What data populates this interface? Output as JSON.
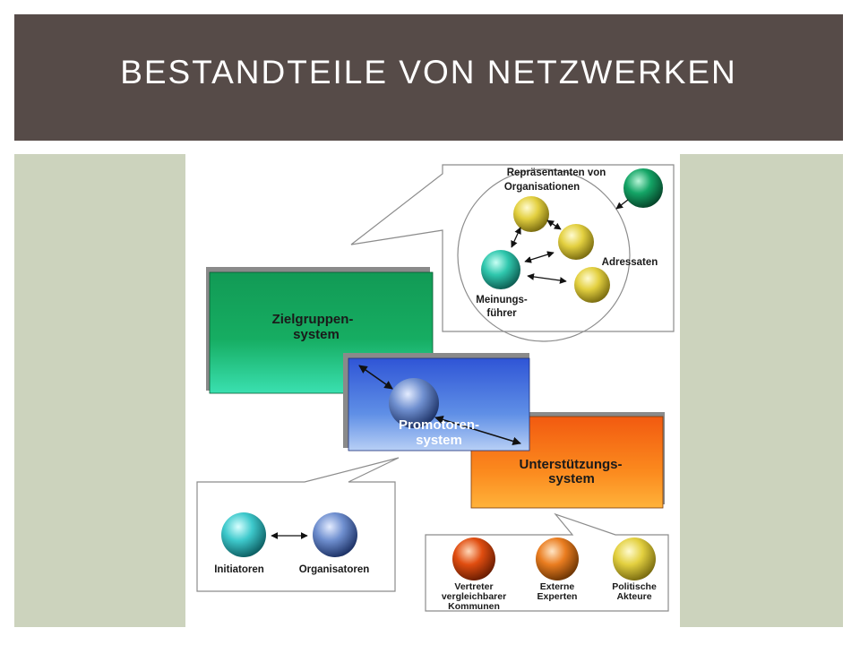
{
  "slide": {
    "title": "BESTANDTEILE VON NETZWERKEN"
  },
  "colors": {
    "title_bar": "#564b48",
    "side_panel": "#ccd3bd",
    "green_box": "#19b060",
    "blue_box": "#3a62d8",
    "orange_box": "#f97a18"
  },
  "diagram": {
    "zielgruppen": {
      "line1": "Zielgruppen-",
      "line2": "system"
    },
    "promotoren": {
      "line1": "Promotoren-",
      "line2": "system"
    },
    "unterstuetzung": {
      "line1": "Unterstützungs-",
      "line2": "system"
    },
    "callout_zielgruppen": {
      "repraesentanten_line1": "Repräsentanten von",
      "repraesentanten_line2": "Organisationen",
      "adressaten": "Adressaten",
      "meinungs_line1": "Meinungs-",
      "meinungs_line2": "führer"
    },
    "callout_promotoren": {
      "initiatoren": "Initiatoren",
      "organisatoren": "Organisatoren"
    },
    "callout_unterstuetzung": {
      "vertreter_line1": "Vertreter",
      "vertreter_line2": "vergleichbarer",
      "vertreter_line3": "Kommunen",
      "externe_line1": "Externe",
      "externe_line2": "Experten",
      "politische_line1": "Politische",
      "politische_line2": "Akteure"
    }
  }
}
